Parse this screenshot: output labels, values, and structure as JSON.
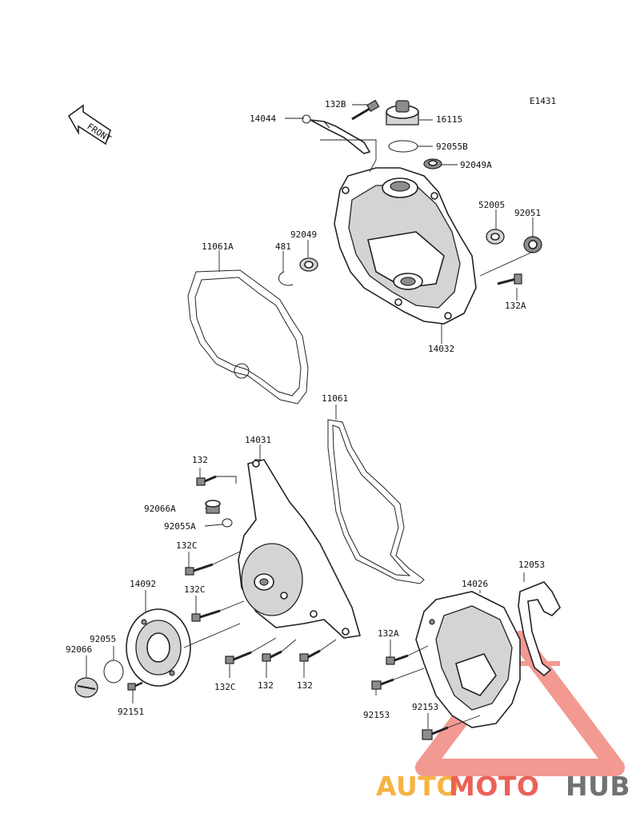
{
  "diagram_code": "E1431",
  "front_arrow_label": "FRONT",
  "parts": {
    "p132B": "132B",
    "p14044": "14044",
    "p16115": "16115",
    "p92055B": "92055B",
    "p92049A": "92049A",
    "p52005": "52005",
    "p92051": "92051",
    "p11061A": "11061A",
    "p481": "481",
    "p92049": "92049",
    "p132A_upper": "132A",
    "p14032": "14032",
    "p11061": "11061",
    "p14031": "14031",
    "p132_top": "132",
    "p92066A": "92066A",
    "p92055A": "92055A",
    "p132C_a": "132C",
    "p14092": "14092",
    "p132C_b": "132C",
    "p92055": "92055",
    "p92066": "92066",
    "p92151": "92151",
    "p132C_c": "132C",
    "p132_mid": "132",
    "p132_right": "132",
    "p12053": "12053",
    "p14026": "14026",
    "p132A_lower": "132A",
    "p92153_a": "92153",
    "p92153_b": "92153"
  },
  "watermark": {
    "part1": "AUTO",
    "part2": "MOTO",
    "part3": "HUB",
    "color_orange": "#f5a623",
    "color_red": "#e8473a",
    "color_gray": "#5a5a5a"
  }
}
